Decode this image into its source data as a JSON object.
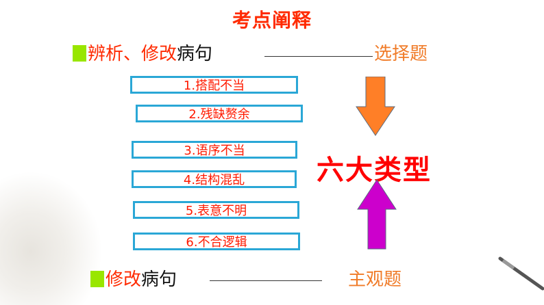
{
  "title": "考点阐释",
  "row1": {
    "red_text": "辨析、修改",
    "black_text": "病句",
    "result": "选择题"
  },
  "types": [
    "1.搭配不当",
    "2.残缺赘余",
    "3.语序不当",
    "4.结构混乱",
    "5.表意不明",
    "6.不合逻辑"
  ],
  "center_label": "六大类型",
  "row2": {
    "red_text": "修改",
    "black_text": "病句",
    "result": "主观题"
  },
  "colors": {
    "accent_red": "#ff2a00",
    "arrow_down": "#ff7f27",
    "arrow_up": "#cc00cc",
    "box_border": "#2aa7d6",
    "marker": "#99e600"
  }
}
